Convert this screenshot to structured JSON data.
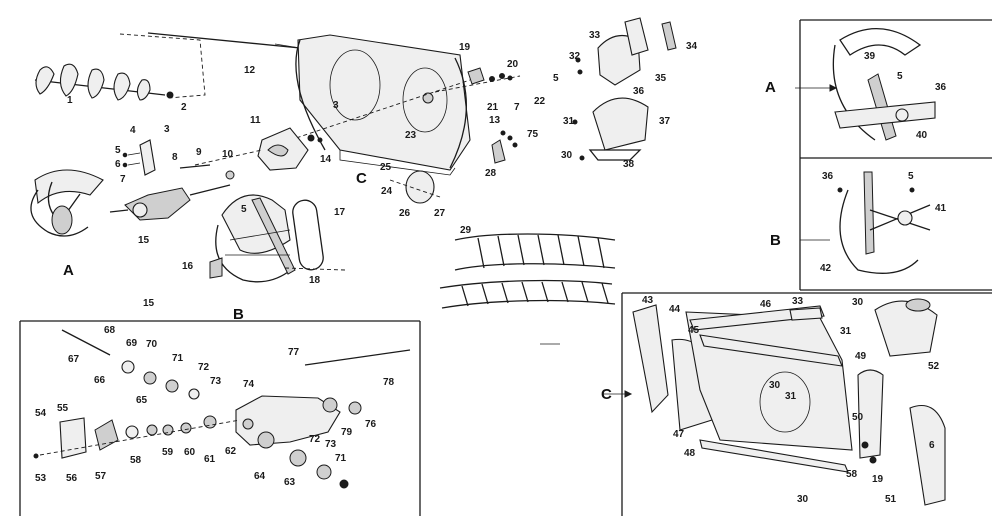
{
  "callouts": {
    "main": [
      "1",
      "2",
      "3",
      "4",
      "5",
      "6",
      "7",
      "8",
      "9",
      "10",
      "11",
      "12",
      "14",
      "15",
      "16",
      "17",
      "18",
      "5",
      "19",
      "20",
      "21",
      "7",
      "22",
      "23",
      "3",
      "C",
      "13",
      "75",
      "28",
      "29",
      "25",
      "24",
      "26",
      "27",
      "A",
      "B"
    ],
    "upper_right": [
      "33",
      "34",
      "32",
      "5",
      "35",
      "36",
      "31",
      "37",
      "30",
      "38"
    ],
    "inset_a": [
      "A",
      "39",
      "5",
      "36",
      "40"
    ],
    "inset_b": [
      "36",
      "5",
      "B",
      "41",
      "42"
    ],
    "inset_15": [
      "15",
      "68",
      "67",
      "69",
      "70",
      "71",
      "72",
      "73",
      "66",
      "74",
      "77",
      "78",
      "54",
      "55",
      "65",
      "53",
      "56",
      "57",
      "58",
      "59",
      "60",
      "61",
      "62",
      "64",
      "63",
      "72",
      "73",
      "71",
      "79",
      "76"
    ],
    "inset_c": [
      "43",
      "44",
      "46",
      "33",
      "30",
      "45",
      "31",
      "49",
      "52",
      "C",
      "30",
      "31",
      "47",
      "50",
      "48",
      "6",
      "58",
      "19",
      "51",
      "30"
    ]
  },
  "colors": {
    "ink": "#1b1b1b",
    "background": "#ffffff",
    "shade": "#cfcfcf"
  }
}
